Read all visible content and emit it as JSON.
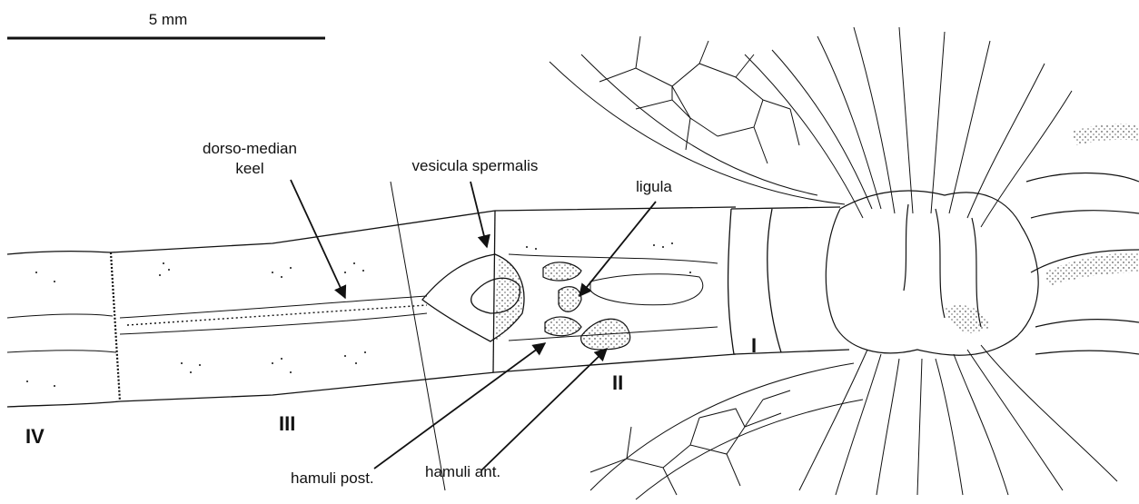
{
  "scale_bar": {
    "label": "5 mm"
  },
  "labels": {
    "vesicula_spermalis": "vesicula spermalis",
    "dorso_median_keel_line1": "dorso-median",
    "dorso_median_keel_line2": "keel",
    "ligula": "ligula",
    "hamuli_post": "hamuli post.",
    "hamuli_ant": "hamuli ant."
  },
  "segments": {
    "seg_I": "I",
    "seg_II": "II",
    "seg_III": "III",
    "seg_IV": "IV"
  },
  "colors": {
    "ink": "#111111",
    "background": "#ffffff"
  }
}
